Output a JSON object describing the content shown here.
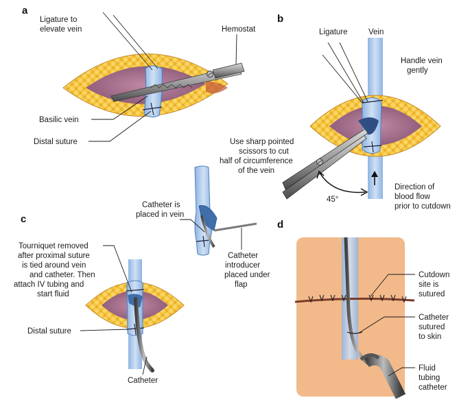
{
  "panels": {
    "a": {
      "letter": "a",
      "ligature": [
        "Ligature to",
        "elevate vein"
      ],
      "hemostat": "Hemostat",
      "basilic_vein": "Basilic vein",
      "distal_suture": "Distal suture"
    },
    "b": {
      "letter": "b",
      "ligature": "Ligature",
      "vein": "Vein",
      "handle": [
        "Handle vein",
        "gently"
      ],
      "scissors": [
        "Use sharp pointed",
        "scissors to cut",
        "half of circumference",
        "of the vein"
      ],
      "angle": "45°",
      "direction": [
        "Direction of",
        "blood flow",
        "prior to cutdown"
      ]
    },
    "inset": {
      "catheter_placed": [
        "Catheter is",
        "placed in vein"
      ],
      "introducer": [
        "Catheter",
        "introducer",
        "placed under",
        "flap"
      ]
    },
    "c": {
      "letter": "c",
      "tourniquet": [
        "Tourniquet removed",
        "after proximal suture",
        "is tied around vein",
        "and catheter. Then",
        "attach IV tubing and",
        "start fluid"
      ],
      "distal_suture": "Distal suture",
      "catheter": "Catheter"
    },
    "d": {
      "letter": "d",
      "cutdown": [
        "Cutdown",
        "site is",
        "sutured"
      ],
      "catheter_sutured": [
        "Catheter",
        "sutured",
        "to skin"
      ],
      "fluid": [
        "Fluid",
        "tubing",
        "catheter"
      ]
    }
  },
  "colors": {
    "skin": "#f2b98a",
    "fat": "#f5c23a",
    "muscle": "#a9728f",
    "vein": "#6a9fd8",
    "vein_light": "#b7d0ee",
    "metal": "#8a8a8a",
    "catheter": "#6d6d6d"
  }
}
